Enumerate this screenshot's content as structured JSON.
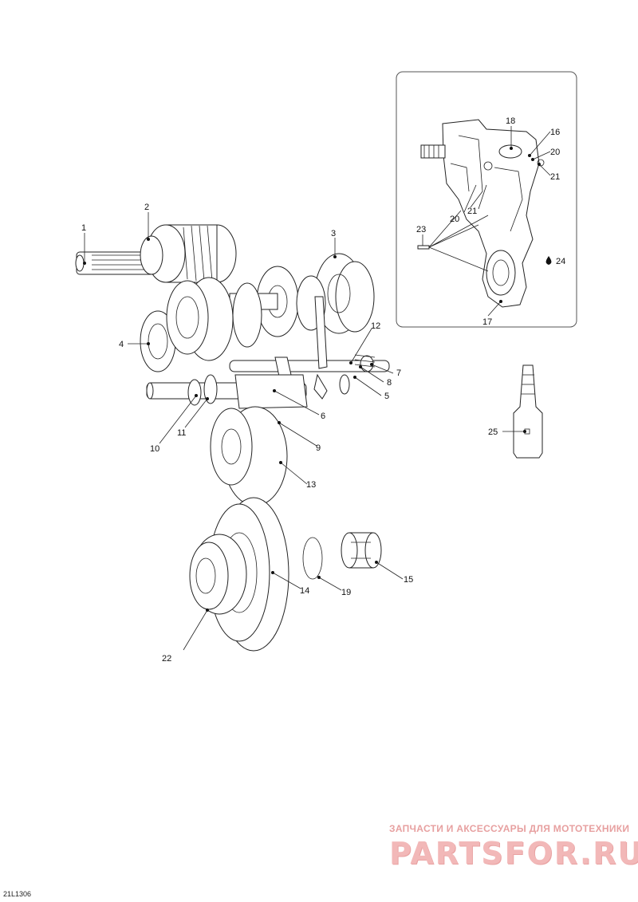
{
  "callouts": [
    "1",
    "2",
    "3",
    "4",
    "5",
    "6",
    "7",
    "8",
    "9",
    "10",
    "11",
    "12",
    "13",
    "14",
    "15",
    "16",
    "17",
    "18",
    "19",
    "20",
    "20",
    "21",
    "21",
    "22",
    "23",
    "24",
    "25"
  ],
  "watermark": {
    "tagline": "ЗАПЧАСТИ И АКСЕССУАРЫ ДЛЯ МОТОТЕХНИКИ",
    "logo": "PARTSFOR.RU"
  },
  "drawing_code": "21L1306",
  "colors": {
    "line": "#222222",
    "watermark": "#f2b8b8"
  }
}
